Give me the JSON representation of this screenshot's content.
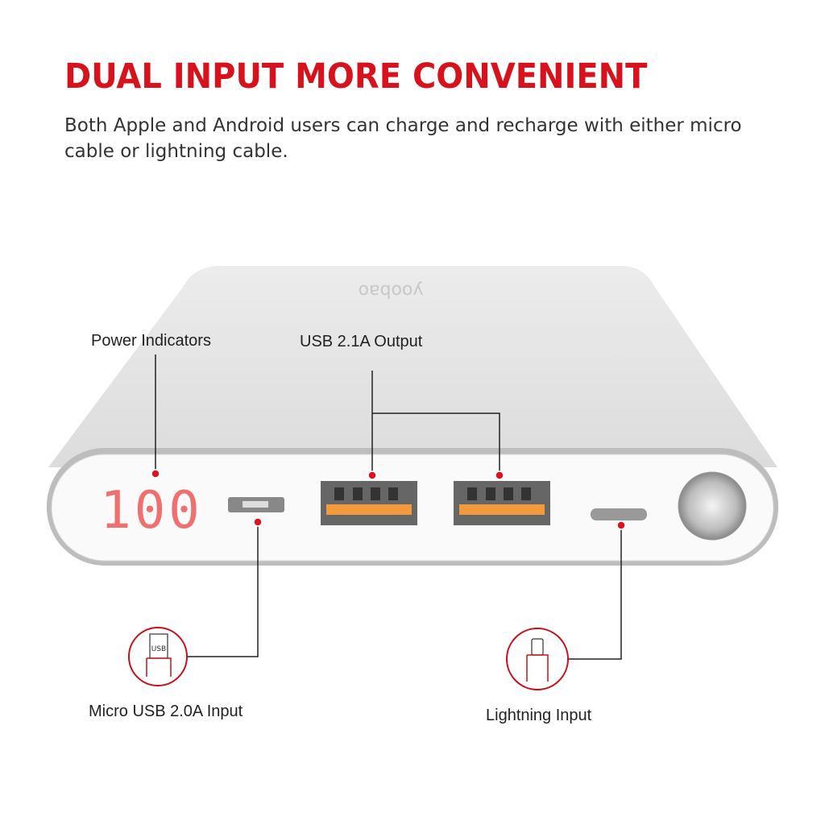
{
  "headline": "DUAL INPUT MORE CONVENIENT",
  "description": "Both Apple and Android users can charge and recharge with either micro cable or lightning cable.",
  "brand_logo": "yoobao",
  "display_reading": "100",
  "labels": {
    "power": "Power Indicators",
    "usb_out": "USB 2.1A Output",
    "micro_in": "Micro USB 2.0A Input",
    "lightning_in": "Lightning Input"
  },
  "icon_text": {
    "micro": "USB"
  },
  "colors": {
    "accent": "#d8121c",
    "port": "#f39a3c"
  }
}
